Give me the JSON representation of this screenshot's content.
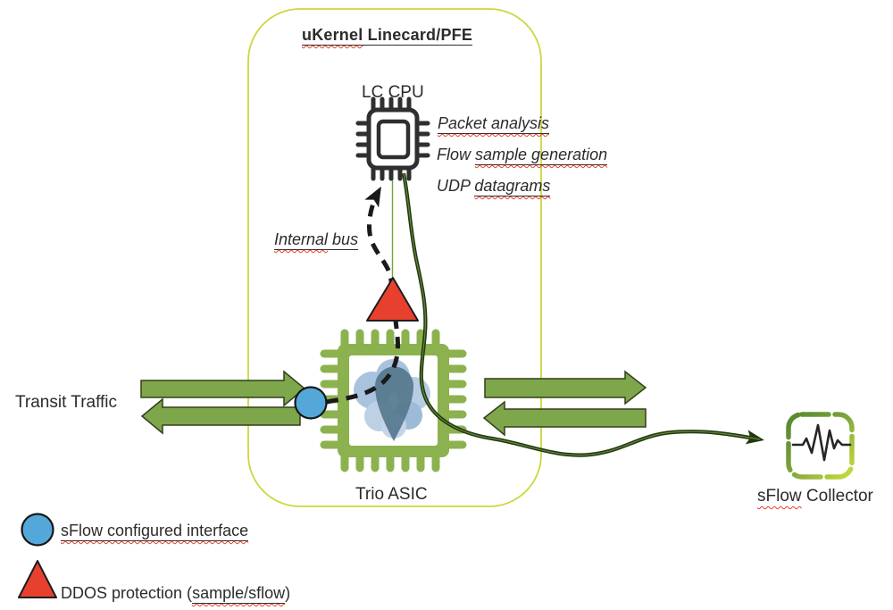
{
  "diagram": {
    "boundary": {
      "title_segments": [
        {
          "text": "uKernel",
          "style": "u sq"
        },
        {
          "text": " Linecard/PFE",
          "style": "u"
        }
      ]
    },
    "lc_cpu": {
      "label": "LC CPU",
      "icon": "cpu-chip-icon",
      "annotations": {
        "line1_segments": [
          {
            "text": "Packet analysis",
            "style": "u sq"
          }
        ],
        "line2_segments": [
          {
            "text": "Flow ",
            "style": ""
          },
          {
            "text": "sample generation",
            "style": "u sq"
          }
        ],
        "line3_segments": [
          {
            "text": "UDP ",
            "style": ""
          },
          {
            "text": "datagrams",
            "style": "u sq"
          }
        ]
      }
    },
    "internal_bus_segments": [
      {
        "text": "Internal",
        "style": "u sq"
      },
      {
        "text": " bus",
        "style": "u"
      }
    ],
    "trio_asic": {
      "label": "Trio ASIC",
      "icon": "asic-chip-icon"
    },
    "transit_traffic_label": "Transit Traffic",
    "sflow_collector": {
      "label_segments": [
        {
          "text": "sFlow",
          "style": "sq"
        },
        {
          "text": " Collector",
          "style": ""
        }
      ],
      "icon": "pulse-monitor-icon"
    },
    "legend": {
      "interface_item": {
        "marker": "blue-circle-marker",
        "label_segments": [
          {
            "text": "sFlow configured interface",
            "style": "u sq"
          }
        ]
      },
      "ddos_item": {
        "marker": "red-triangle-marker",
        "label_segments": [
          {
            "text": "DDOS protection (",
            "style": ""
          },
          {
            "text": "sample/sflow",
            "style": "u sq"
          },
          {
            "text": ")",
            "style": ""
          }
        ]
      }
    },
    "colors": {
      "boundary_border": "#ccd73d",
      "arrow_green": "#7ea64b",
      "arrow_border": "#333f1c",
      "asic_green": "#8cb24f",
      "flow_line_dark_green": "#22380f",
      "internal_bus_dash": "#1a1a1a",
      "interface_blue": "#54a8d9",
      "ddos_red": "#e8402e",
      "squiggle_red": "#e3402c",
      "cloud_blue": "#a9c3de",
      "funnel_blue": "#56788e",
      "collector_dark_green": "#55862e",
      "collector_light_green": "#c9dc3e",
      "cpu_dark": "#2f2f2f",
      "text": "#2b2b2b"
    }
  }
}
